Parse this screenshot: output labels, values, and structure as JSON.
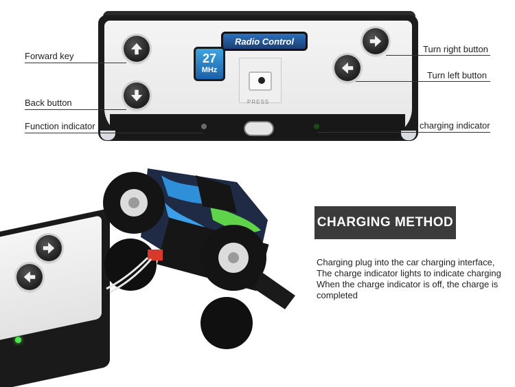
{
  "remote": {
    "badge_number": "27",
    "badge_unit": "MHz",
    "brand_label": "Radio Control",
    "press_label": "PRESS"
  },
  "callouts": {
    "forward_key": "Forward key",
    "back_button": "Back button",
    "function_indicator": "Function indicator",
    "turn_right_button": "Turn right button",
    "turn_left_button": "Turn left button",
    "charging_indicator": "charging indicator"
  },
  "charging": {
    "title": "CHARGING METHOD",
    "lines": [
      "Charging plug into the car charging interface,",
      "The charge indicator lights to indicate charging",
      "When the charge indicator is off, the charge is",
      "completed"
    ]
  },
  "icons": {
    "forward": "arrow-up-icon",
    "back": "arrow-down-icon",
    "right": "arrow-right-icon",
    "left": "arrow-left-icon"
  },
  "colors": {
    "title_bg": "#3b3b3b",
    "badge_blue": "#1c5fa8",
    "charging_led": "#4ee84e"
  }
}
